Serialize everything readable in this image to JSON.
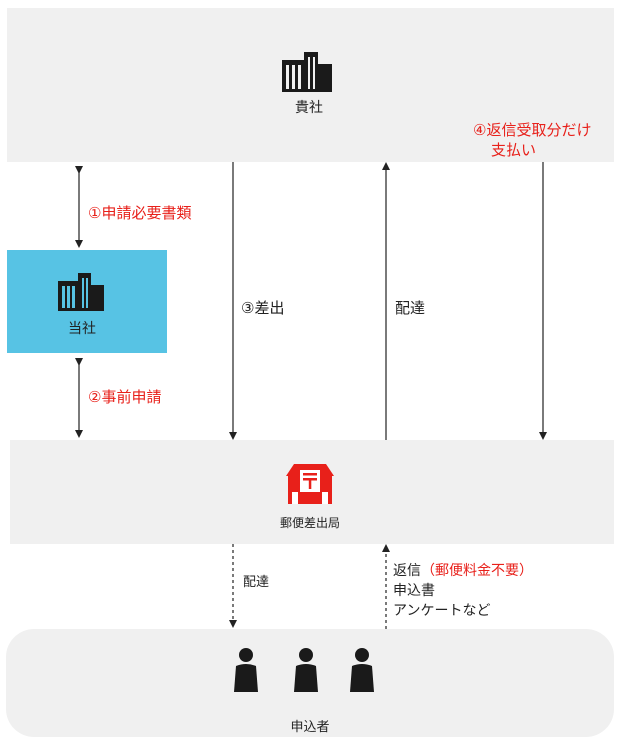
{
  "nodes": {
    "client": {
      "label": "貴社"
    },
    "our_company": {
      "label": "当社"
    },
    "post_office": {
      "label": "郵便差出局"
    },
    "applicant": {
      "label": "申込者"
    }
  },
  "edges": {
    "application_docs": "①申請必要書類",
    "pre_application": "②事前申請",
    "dispatch": "③差出",
    "delivery_up": "配達",
    "payment_line1": "④返信受取分だけ",
    "payment_line2": "支払い",
    "delivery_down": "配達",
    "reply_label": "返信",
    "reply_note": "（郵便料金不要）",
    "reply_item1": "申込書",
    "reply_item2": "アンケートなど"
  },
  "colors": {
    "accent_red": "#e8201a",
    "our_company_bg": "#57c3e4",
    "box_gray": "#f0f0f0",
    "icon_dark": "#1a1a1a"
  }
}
